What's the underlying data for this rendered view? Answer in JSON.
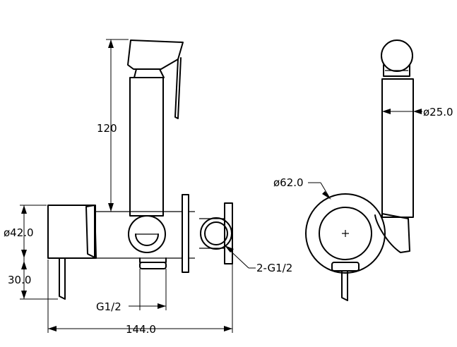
{
  "side_view": {
    "dim_height": "120",
    "dim_body_dia": "ø42.0",
    "dim_lever": "30.0",
    "dim_inlet": "G1/2",
    "dim_width": "144.0"
  },
  "front_view": {
    "dim_hose_dia": "ø25.0",
    "dim_escutcheon_dia": "ø62.0",
    "dim_outlets": "2-G1/2"
  }
}
